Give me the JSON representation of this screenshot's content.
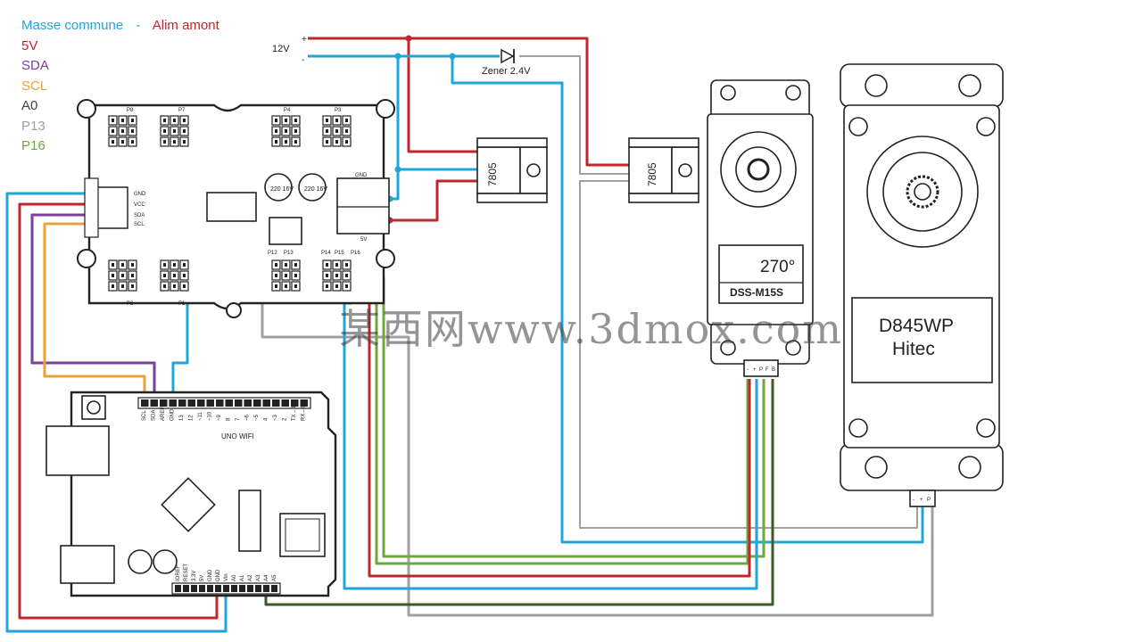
{
  "legend": {
    "masse": {
      "label": "Masse commune",
      "color": "#1ea7d6"
    },
    "sep": "-",
    "alim": {
      "label": "Alim amont",
      "color": "#c0262d"
    },
    "items": [
      {
        "label": "5V",
        "color": "#c0262d"
      },
      {
        "label": "SDA",
        "color": "#7a3f9d"
      },
      {
        "label": "SCL",
        "color": "#e8a23a"
      },
      {
        "label": "A0",
        "color": "#3f3f3f"
      },
      {
        "label": "P13",
        "color": "#a0a0a0"
      },
      {
        "label": "P16",
        "color": "#6ea742"
      }
    ]
  },
  "supply": {
    "label": "12V",
    "plus": "+",
    "minus": "-"
  },
  "zener": {
    "label": "Zener 2.4V"
  },
  "regulators": [
    {
      "label": "7805"
    },
    {
      "label": "7805"
    }
  ],
  "i2c_board": {
    "connector_labels": [
      "GND",
      "VCC",
      "SDA",
      "SCL"
    ],
    "power_labels": [
      "GND",
      "5V"
    ],
    "caps": [
      {
        "label": "220 16V"
      },
      {
        "label": "220 16V"
      }
    ],
    "port_labels": [
      "P8",
      "P7",
      "P4",
      "P3",
      "P2",
      "P1",
      "P12",
      "P13",
      "P14",
      "P15",
      "P16"
    ]
  },
  "arduino": {
    "title": "UNO WIFI",
    "header_top": [
      "SCL",
      "SDA",
      "AREF",
      "GND",
      "13",
      "12",
      "~11",
      "~10",
      "~9",
      "8",
      "7",
      "~6",
      "~5",
      "4",
      "~3",
      "2",
      "TX→1",
      "RX←0"
    ],
    "header_bottom": [
      "IOREF",
      "RESET",
      "3.3V",
      "5V",
      "GND",
      "GND",
      "Vin",
      "A0",
      "A1",
      "A2",
      "A3",
      "A4",
      "A5"
    ]
  },
  "servo_small": {
    "angle": "270°",
    "model": "DSS-M15S",
    "pins": [
      "-",
      "+",
      "P",
      "F",
      "B"
    ]
  },
  "servo_large": {
    "model": "D845WP",
    "brand": "Hitec",
    "pins": [
      "-",
      "+",
      "P"
    ]
  },
  "watermark": "某西网www.3dmox.com",
  "colors": {
    "cyan": "#1ea7d6",
    "red": "#c0262d",
    "purple": "#7a3f9d",
    "orange": "#e8a23a",
    "gray": "#a0a0a0",
    "green": "#6ea742",
    "darkgreen": "#3d5a2a",
    "black": "#222222"
  }
}
